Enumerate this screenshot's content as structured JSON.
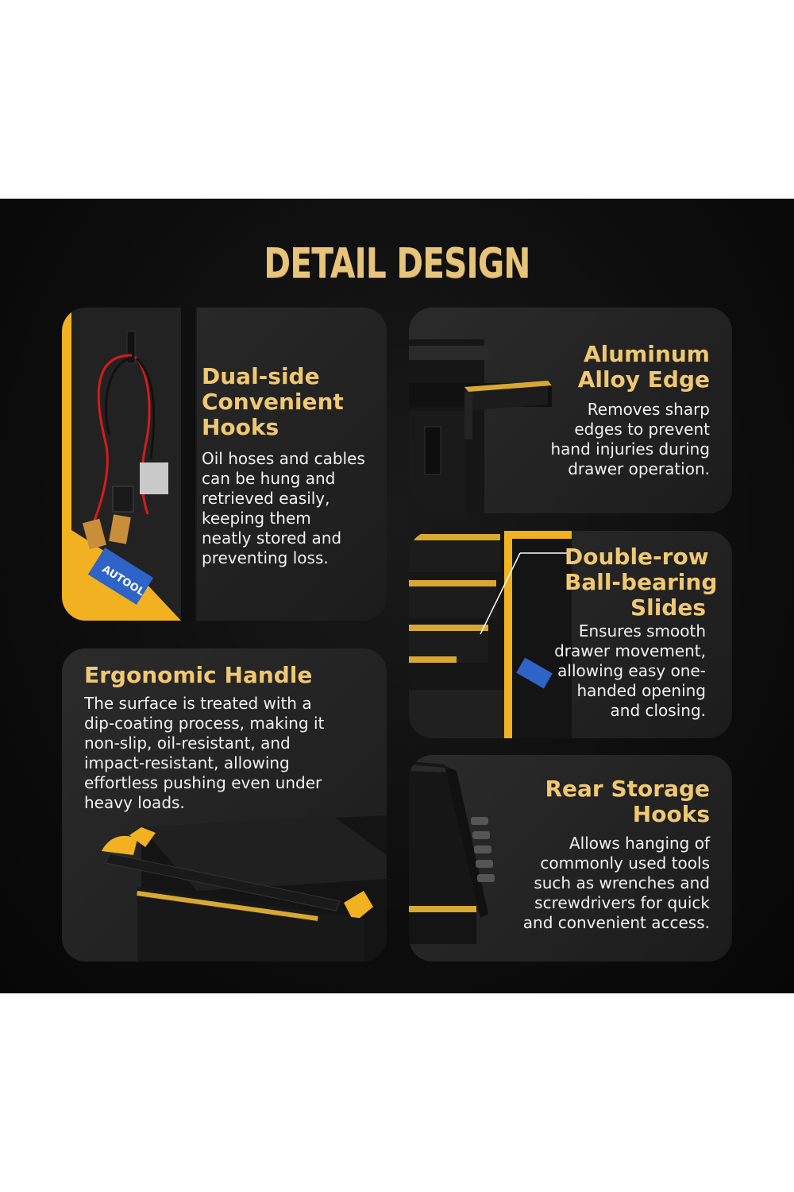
{
  "header": {
    "title": "DETAIL DESIGN"
  },
  "cards": {
    "hooks": {
      "title_lines": [
        "Dual-side",
        "Convenient",
        "Hooks"
      ],
      "desc_lines": [
        "Oil hoses and cables",
        "can be hung and",
        "retrieved easily,",
        "keeping them",
        "neatly stored and",
        "preventing loss."
      ]
    },
    "edge": {
      "title_lines": [
        "Aluminum",
        "Alloy Edge"
      ],
      "desc_lines": [
        "Removes sharp",
        "edges to prevent",
        "hand injuries during",
        "drawer operation."
      ]
    },
    "slides": {
      "title_lines": [
        "Double-row",
        "Ball-bearing",
        "Slides"
      ],
      "desc_lines": [
        "Ensures smooth",
        "drawer movement,",
        "allowing easy one-",
        "handed opening",
        "and closing."
      ]
    },
    "handle": {
      "title_lines": [
        "Ergonomic Handle"
      ],
      "desc_lines": [
        "The surface is treated with a",
        "dip-coating process, making it",
        "non-slip, oil-resistant, and",
        "impact-resistant, allowing",
        "effortless pushing even under",
        "heavy loads."
      ]
    },
    "rear": {
      "title_lines": [
        "Rear Storage",
        "Hooks"
      ],
      "desc_lines": [
        "Allows hanging of",
        "commonly used tools",
        "such as wrenches and",
        "screwdrivers for quick",
        "and convenient access."
      ]
    }
  },
  "brand": {
    "logo_text": "AUTOOL"
  },
  "colors": {
    "accent_gold": "#f0c873",
    "yellow": "#f2b120",
    "background": "#0d0d0d"
  }
}
